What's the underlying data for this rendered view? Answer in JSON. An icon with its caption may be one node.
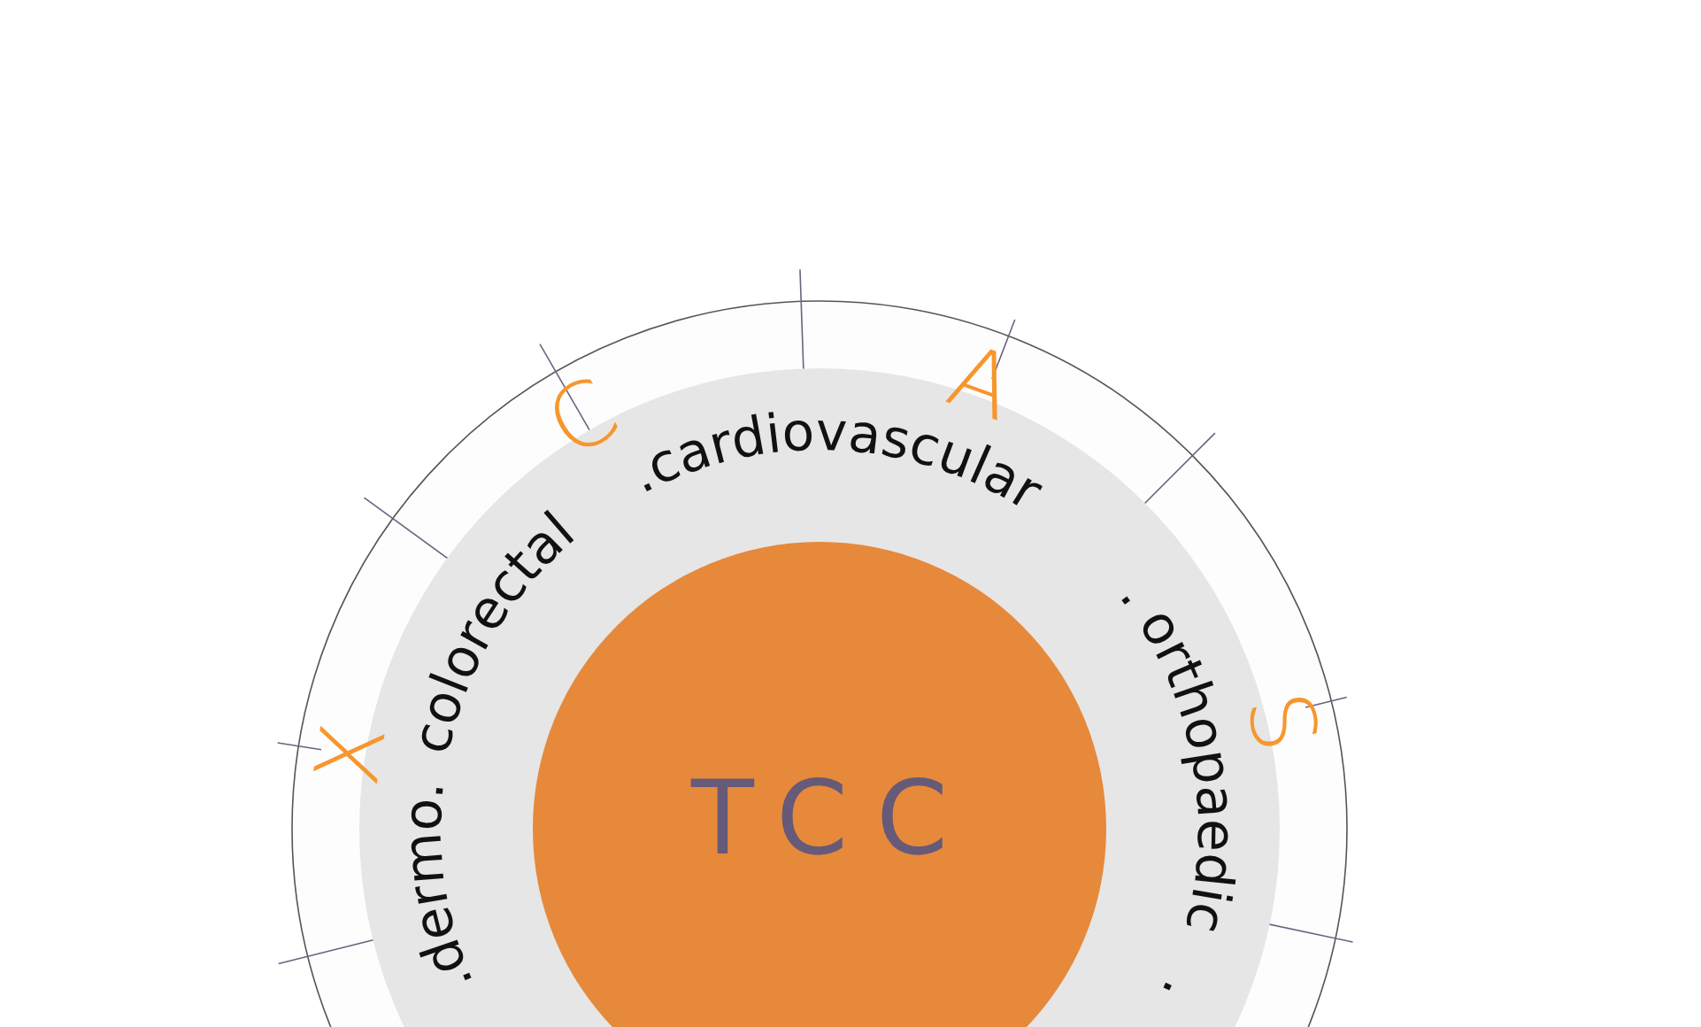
{
  "diagram": {
    "nodes": [
      {
        "text": [
          "X",
          "C",
          "A",
          "S"
        ]
      },
      {
        "text": [
          ".dermo.",
          "colorectal",
          ".cardiovascular",
          ".",
          "orthopaedic",
          "."
        ],
        "in": 0
      },
      {
        "text": [
          "TCC"
        ],
        "in": 1
      }
    ]
  }
}
